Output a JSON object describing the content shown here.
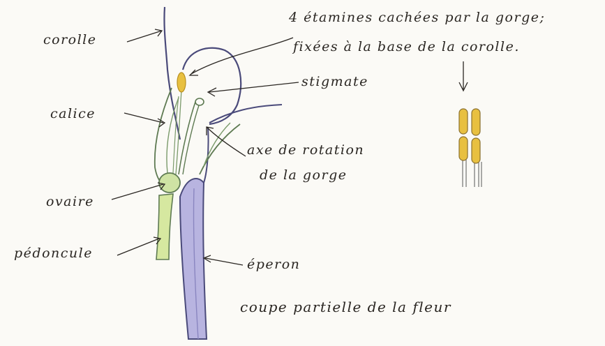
{
  "labels": {
    "corolle": "corolle",
    "calice": "calice",
    "ovaire": "ovaire",
    "pedoncule": "pédoncule",
    "stigmate": "stigmate",
    "axe_line1": "axe de rotation",
    "axe_line2": "de la gorge",
    "eperon": "éperon",
    "etamines_line1": "4 étamines cachées par la gorge;",
    "etamines_line2": "fixées à la base de la corolle.",
    "caption": "coupe partielle de la fleur"
  },
  "colors": {
    "corolla_outline": "#4a4a7a",
    "spur_fill": "#b8b4e0",
    "pedicel_fill": "#d6e8a0",
    "ovary_fill": "#cfe3a4",
    "calyx_stroke": "#5e7a52",
    "anther_fill": "#e8c040",
    "ink": "#2a2622"
  }
}
